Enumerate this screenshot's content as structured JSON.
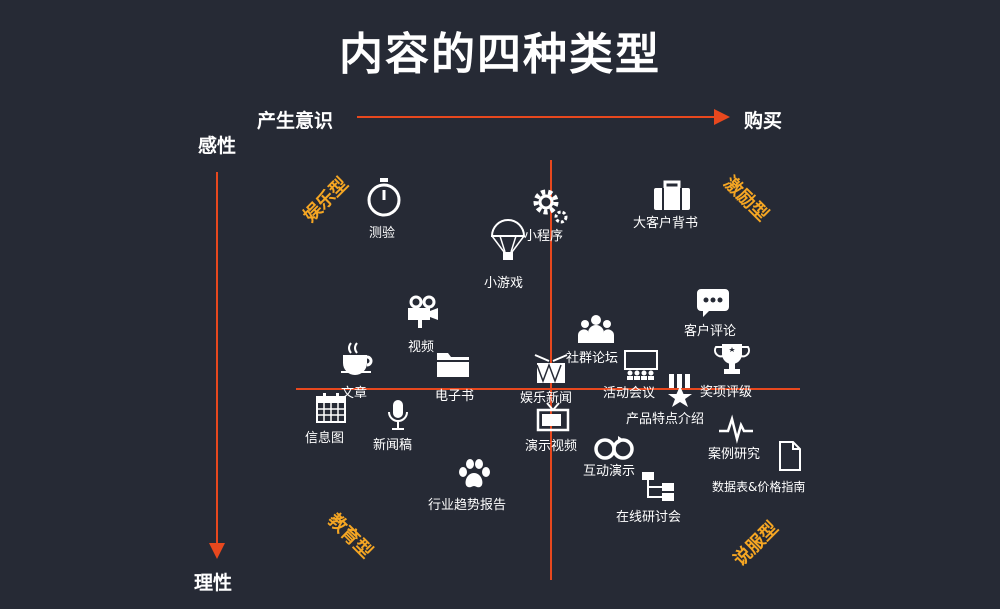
{
  "title": "内容的四种类型",
  "axes": {
    "x_start": "产生意识",
    "x_end": "购买",
    "y_top": "感性",
    "y_bottom": "理性"
  },
  "quadrants": {
    "top_left": "娱乐型",
    "top_right": "激励型",
    "bottom_left": "教育型",
    "bottom_right": "说服型"
  },
  "items": {
    "quiz": "测验",
    "mini_program": "小程序",
    "big_client_endorsement": "大客户背书",
    "mini_game": "小游戏",
    "customer_review": "客户评论",
    "video": "视频",
    "community_forum": "社群论坛",
    "award_rating": "奖项评级",
    "article": "文章",
    "ebook": "电子书",
    "entertainment_news": "娱乐新闻",
    "event_meeting": "活动会议",
    "product_features": "产品特点介绍",
    "infographic": "信息图",
    "press_release": "新闻稿",
    "demo_video": "演示视频",
    "case_study": "案例研究",
    "interactive_demo": "互动演示",
    "datasheet_pricing": "数据表&价格指南",
    "industry_trend_report": "行业趋势报告",
    "webinar": "在线研讨会"
  },
  "colors": {
    "background": "#262a35",
    "axis": "#e8481e",
    "quadrant_label": "#f5a623",
    "text": "#ffffff"
  }
}
